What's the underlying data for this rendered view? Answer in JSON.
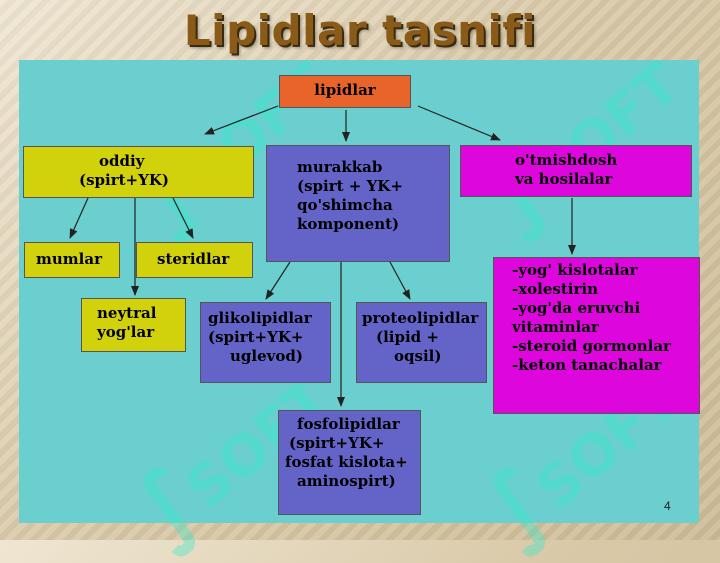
{
  "title": "Lipidlar tasnifi",
  "watermark": "SOFT",
  "page_number": "4",
  "colors": {
    "panel": "#6ccfcf",
    "yellow": "#d2d20c",
    "blue": "#6464c8",
    "magenta": "#dd06dd",
    "orange": "#e8642a"
  },
  "nodes": {
    "lipidlar": {
      "lines": [
        "lipidlar"
      ]
    },
    "oddiy": {
      "lines": [
        "oddiy",
        "(spirt+YK)"
      ]
    },
    "murakkab": {
      "lines": [
        "murakkab",
        "(spirt + YK+",
        "qo'shimcha",
        "komponent)"
      ]
    },
    "otmishdosh": {
      "lines": [
        "o'tmishdosh",
        "va hosilalar"
      ]
    },
    "mumlar": {
      "lines": [
        "mumlar"
      ]
    },
    "steridlar": {
      "lines": [
        "steridlar"
      ]
    },
    "neytral": {
      "lines": [
        "neytral",
        "yog'lar"
      ]
    },
    "glikolipidlar": {
      "lines": [
        "glikolipidlar",
        "(spirt+YK+",
        "uglevod)"
      ]
    },
    "proteolipidlar": {
      "lines": [
        "proteolipidlar",
        "(lipid +",
        "oqsil)"
      ]
    },
    "fosfolipidlar": {
      "lines": [
        "fosfolipidlar",
        "(spirt+YK+",
        "fosfat kislota+",
        "aminospirt)"
      ]
    },
    "hosilalar_list": {
      "lines": [
        "-yog' kislotalar",
        "-xolestirin",
        "-yog'da eruvchi",
        "vitaminlar",
        "-steroid gormonlar",
        "-keton tanachalar"
      ]
    }
  }
}
